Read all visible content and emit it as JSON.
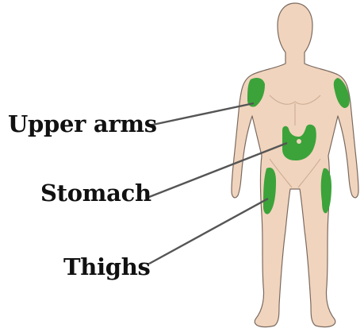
{
  "labels": {
    "upper_arms": "Upper arms",
    "stomach": "Stomach",
    "thighs": "Thighs"
  },
  "colors": {
    "skin": "#f1d4bd",
    "skin_outline": "#7a6a60",
    "injection_site": "#3ba33a",
    "leader_line": "#555555",
    "text": "#111111"
  }
}
